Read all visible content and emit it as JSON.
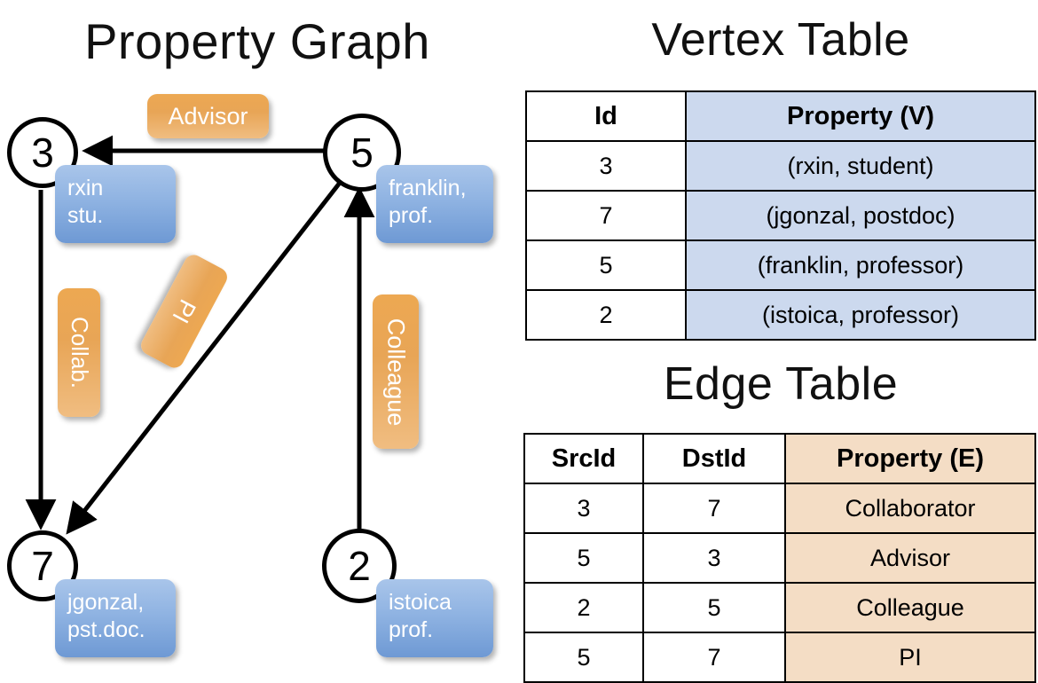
{
  "titles": {
    "property_graph": "Property Graph",
    "vertex_table": "Vertex Table",
    "edge_table": "Edge Table"
  },
  "graph": {
    "nodes": [
      {
        "id": "3",
        "label": "3",
        "property_lines": [
          "rxin",
          "stu."
        ]
      },
      {
        "id": "5",
        "label": "5",
        "property_lines": [
          "franklin,",
          "prof."
        ]
      },
      {
        "id": "7",
        "label": "7",
        "property_lines": [
          "jgonzal,",
          "pst.doc."
        ]
      },
      {
        "id": "2",
        "label": "2",
        "property_lines": [
          "istoica",
          "prof."
        ]
      }
    ],
    "edge_labels": [
      {
        "name": "advisor",
        "text": "Advisor"
      },
      {
        "name": "collab",
        "text": "Collab."
      },
      {
        "name": "pi",
        "text": "PI"
      },
      {
        "name": "colleague",
        "text": "Colleague"
      }
    ],
    "edges": [
      {
        "src": "5",
        "dst": "3",
        "label": "Advisor"
      },
      {
        "src": "3",
        "dst": "7",
        "label": "Collab."
      },
      {
        "src": "5",
        "dst": "7",
        "label": "PI"
      },
      {
        "src": "2",
        "dst": "5",
        "label": "Colleague"
      }
    ]
  },
  "vertex_table": {
    "columns": [
      "Id",
      "Property (V)"
    ],
    "rows": [
      {
        "id": "3",
        "property": "(rxin, student)"
      },
      {
        "id": "7",
        "property": "(jgonzal, postdoc)"
      },
      {
        "id": "5",
        "property": "(franklin, professor)"
      },
      {
        "id": "2",
        "property": "(istoica, professor)"
      }
    ]
  },
  "edge_table": {
    "columns": [
      "SrcId",
      "DstId",
      "Property (E)"
    ],
    "rows": [
      {
        "src": "3",
        "dst": "7",
        "property": "Collaborator"
      },
      {
        "src": "5",
        "dst": "3",
        "property": "Advisor"
      },
      {
        "src": "2",
        "dst": "5",
        "property": "Colleague"
      },
      {
        "src": "5",
        "dst": "7",
        "property": "PI"
      }
    ]
  },
  "colors": {
    "vertex_property_fill": "#ccd9ee",
    "edge_property_fill": "#f4ddc5",
    "vertex_badge": "#7ea6da",
    "edge_badge": "#eda852",
    "stroke": "#000000",
    "background": "#ffffff"
  }
}
